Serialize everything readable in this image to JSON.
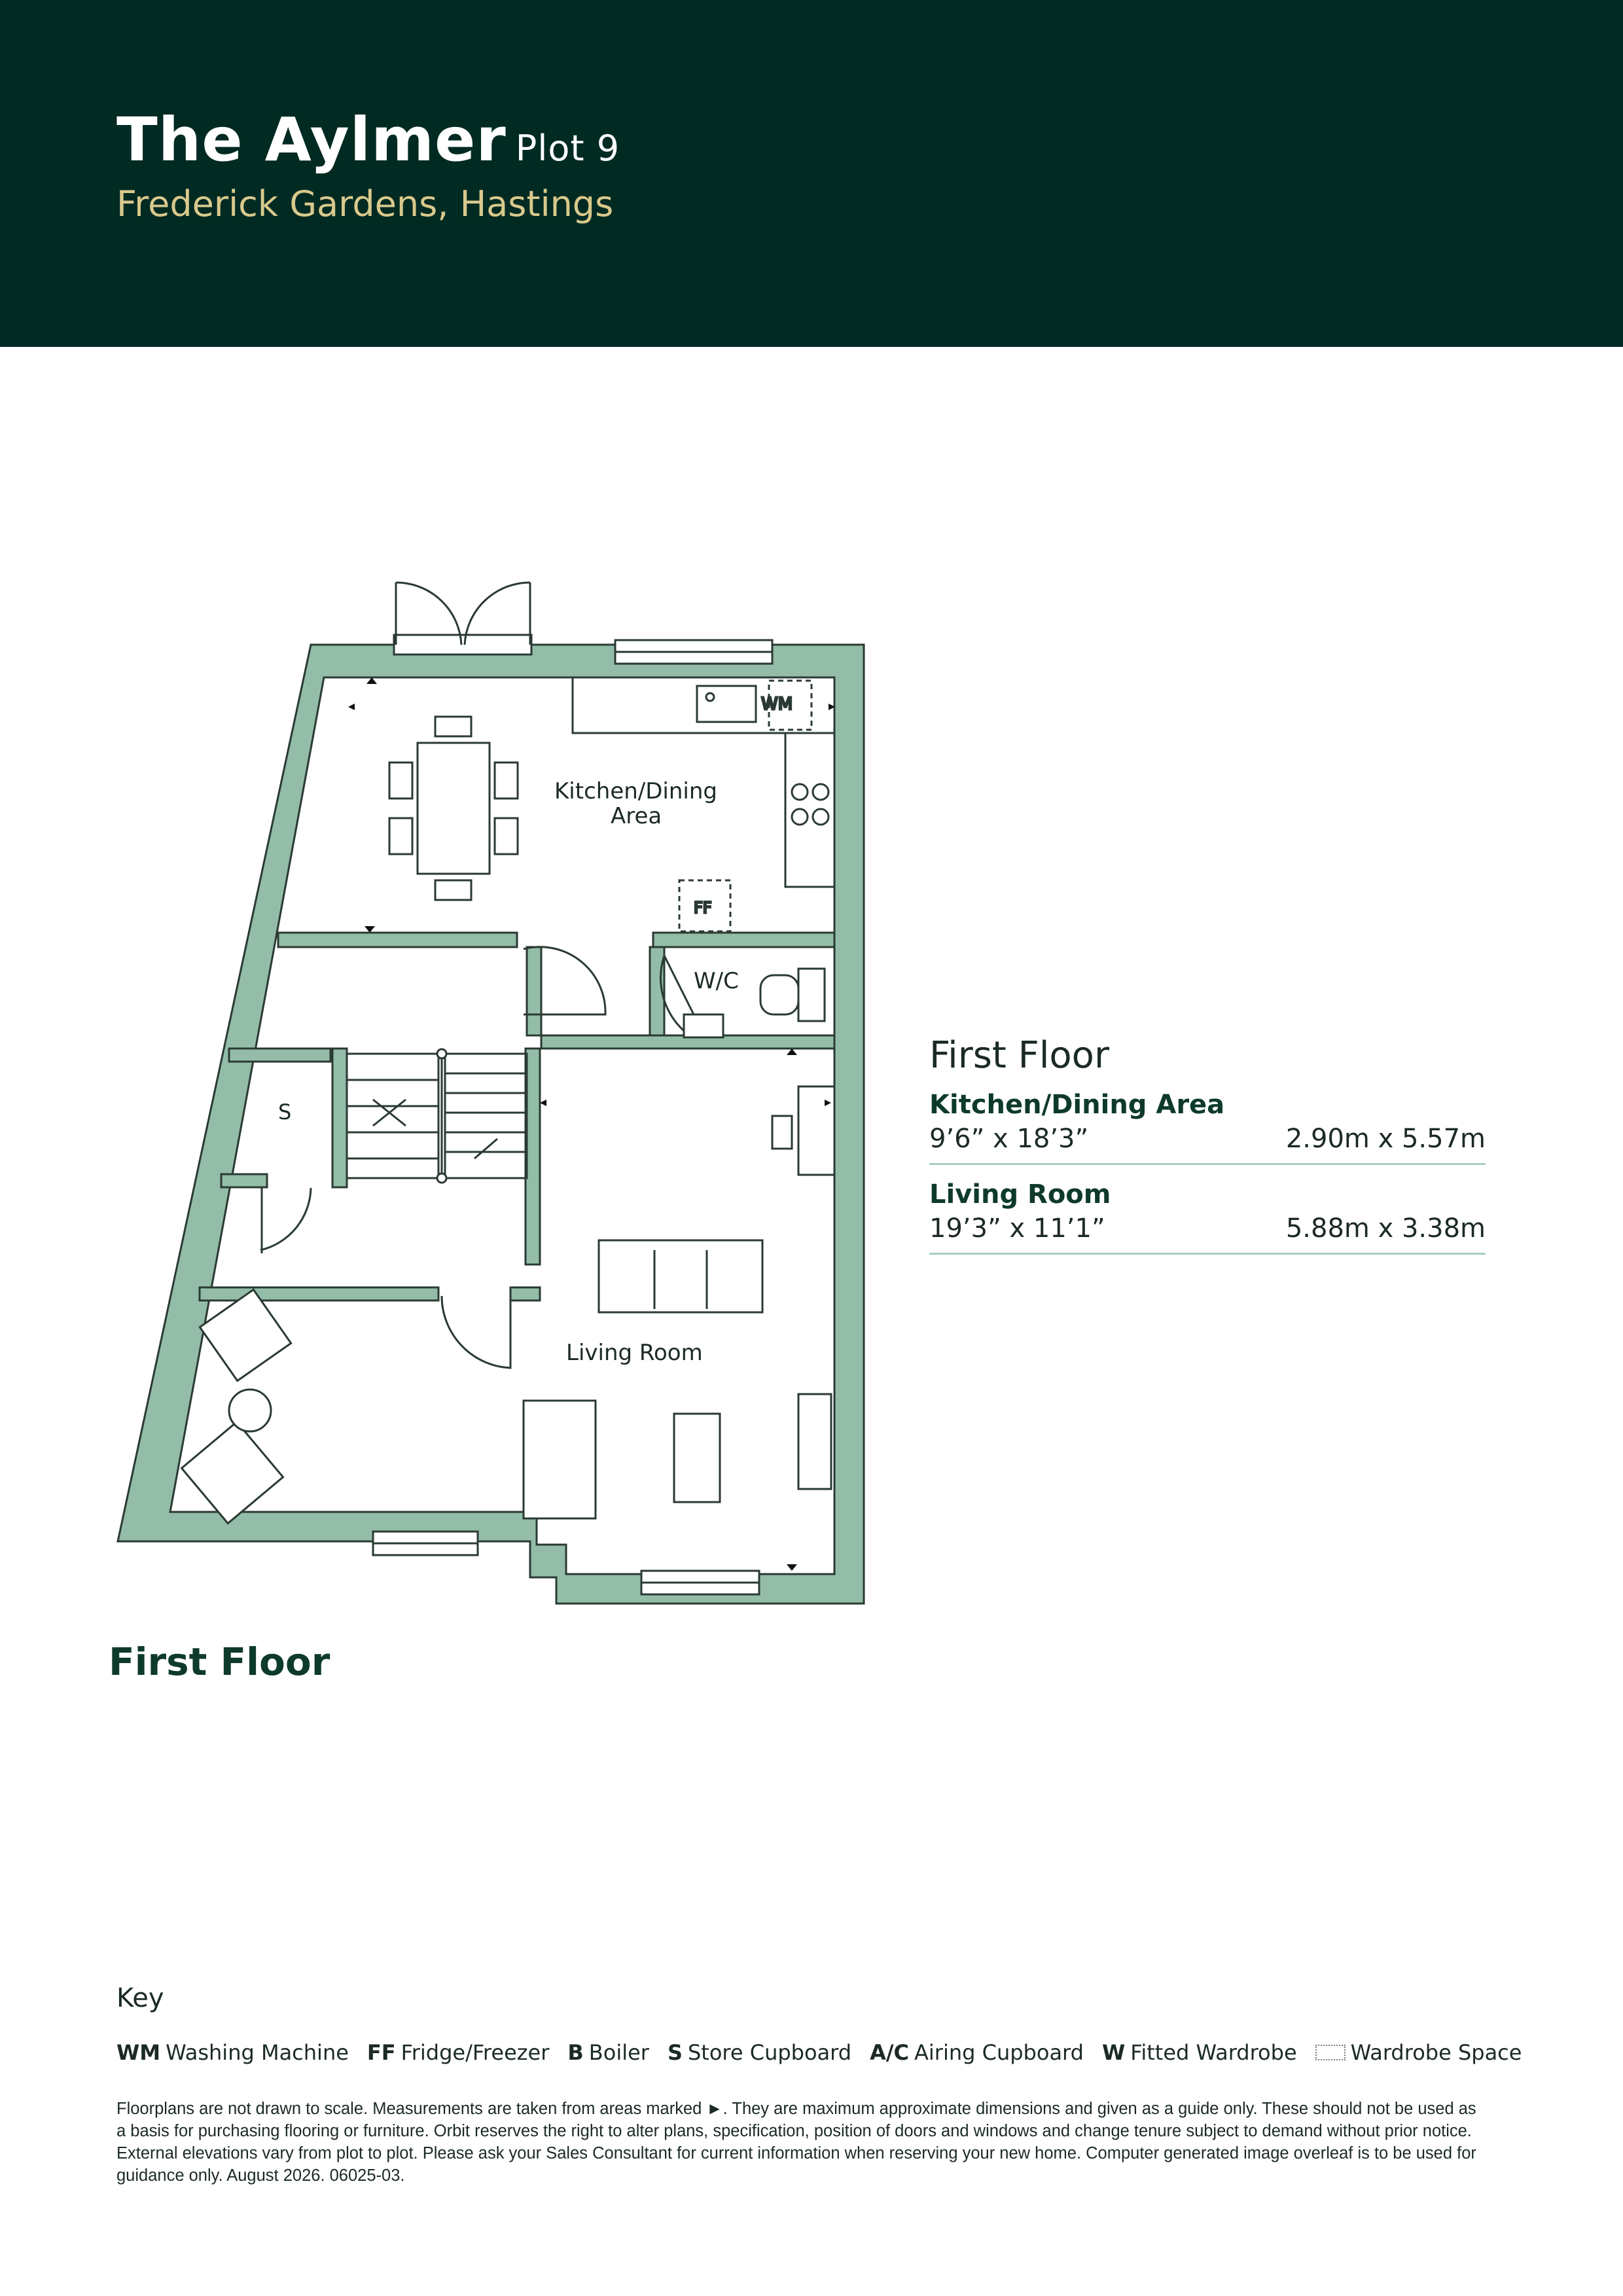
{
  "header": {
    "title": "The Aylmer",
    "plot": "Plot 9",
    "subtitle": "Frederick Gardens, Hastings"
  },
  "plan": {
    "labels": {
      "kitchen_line1": "Kitchen/Dining",
      "kitchen_line2": "Area",
      "wc": "W/C",
      "store": "S",
      "living": "Living Room",
      "wm": "WM",
      "ff": "FF"
    }
  },
  "floor_caption": "First Floor",
  "dimensions": {
    "heading": "First Floor",
    "rooms": [
      {
        "name": "Kitchen/Dining Area",
        "imperial": "9’6” x 18’3”",
        "metric": "2.90m x 5.57m"
      },
      {
        "name": "Living Room",
        "imperial": "19’3” x 11’1”",
        "metric": "5.88m x 3.38m"
      }
    ]
  },
  "key": {
    "title": "Key",
    "items": [
      {
        "code": "WM",
        "label": "Washing Machine"
      },
      {
        "code": "FF",
        "label": "Fridge/Freezer"
      },
      {
        "code": "B",
        "label": "Boiler"
      },
      {
        "code": "S",
        "label": "Store Cupboard"
      },
      {
        "code": "A/C",
        "label": "Airing Cupboard"
      },
      {
        "code": "W",
        "label": "Fitted Wardrobe"
      }
    ],
    "wardrobe_space": "Wardrobe Space"
  },
  "disclaimer": "Floorplans are not drawn to scale. Measurements are taken from areas marked ►. They are maximum approximate dimensions and given as a guide only. These should not be used as a basis for purchasing flooring or furniture. Orbit reserves the right to alter plans, specification, position of doors and windows and change tenure subject to demand without prior notice. External elevations vary from plot to plot. Please ask your Sales Consultant for current information when reserving your new home. Computer generated image overleaf is to be used for guidance only. August 2026. 06025-03.",
  "colors": {
    "header_bg": "#002a22",
    "accent_gold": "#d9c98c",
    "wall_green": "#93bda8",
    "heading_green": "#0e3a2c"
  }
}
